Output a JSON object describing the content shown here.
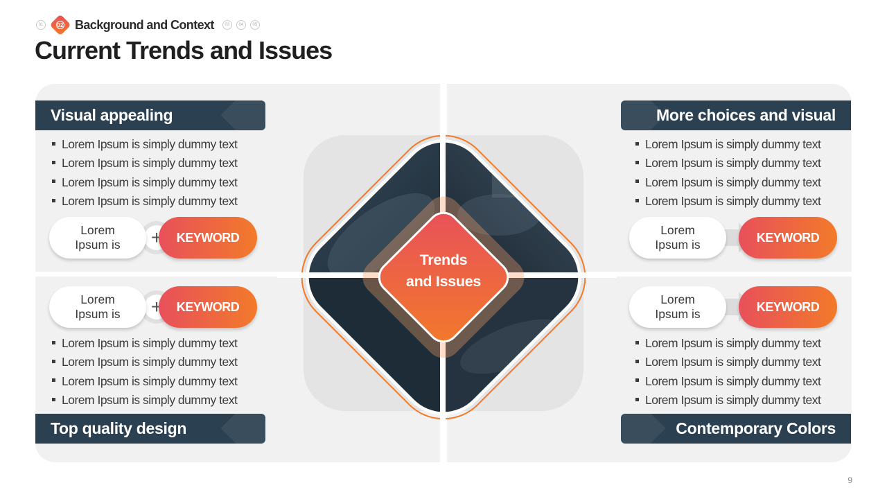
{
  "header": {
    "steps": [
      "01",
      "02",
      "03",
      "04",
      "05"
    ],
    "active_label": "Background and Context",
    "title": "Current Trends and Issues"
  },
  "center": {
    "label_line1": "Trends",
    "label_line2": "and Issues"
  },
  "quadrants": {
    "top_left": {
      "title": "Visual appealing",
      "bullets": [
        "Lorem Ipsum is simply dummy text",
        "Lorem Ipsum is simply dummy text",
        "Lorem Ipsum is simply dummy text",
        "Lorem Ipsum is simply dummy text"
      ],
      "pill_text": "Lorem Ipsum is",
      "keyword": "KEYWORD",
      "connector": "plus"
    },
    "top_right": {
      "title": "More choices and visual",
      "bullets": [
        "Lorem Ipsum is simply dummy text",
        "Lorem Ipsum is simply dummy text",
        "Lorem Ipsum is simply dummy text",
        "Lorem Ipsum is simply dummy text"
      ],
      "pill_text": "Lorem Ipsum is",
      "keyword": "KEYWORD",
      "connector": "arrow"
    },
    "bottom_left": {
      "title": "Top quality design",
      "bullets": [
        "Lorem Ipsum is simply dummy text",
        "Lorem Ipsum is simply dummy text",
        "Lorem Ipsum is simply dummy text",
        "Lorem Ipsum is simply dummy text"
      ],
      "pill_text": "Lorem Ipsum is",
      "keyword": "KEYWORD",
      "connector": "plus"
    },
    "bottom_right": {
      "title": "Contemporary Colors",
      "bullets": [
        "Lorem Ipsum is simply dummy text",
        "Lorem Ipsum is simply dummy text",
        "Lorem Ipsum is simply dummy text",
        "Lorem Ipsum is simply dummy text"
      ],
      "pill_text": "Lorem Ipsum is",
      "keyword": "KEYWORD",
      "connector": "arrow"
    }
  },
  "page_number": "9",
  "colors": {
    "navy": "#2b4050",
    "accent_start": "#e8505b",
    "accent_end": "#f27a2a",
    "panel": "#f1f1f1"
  }
}
